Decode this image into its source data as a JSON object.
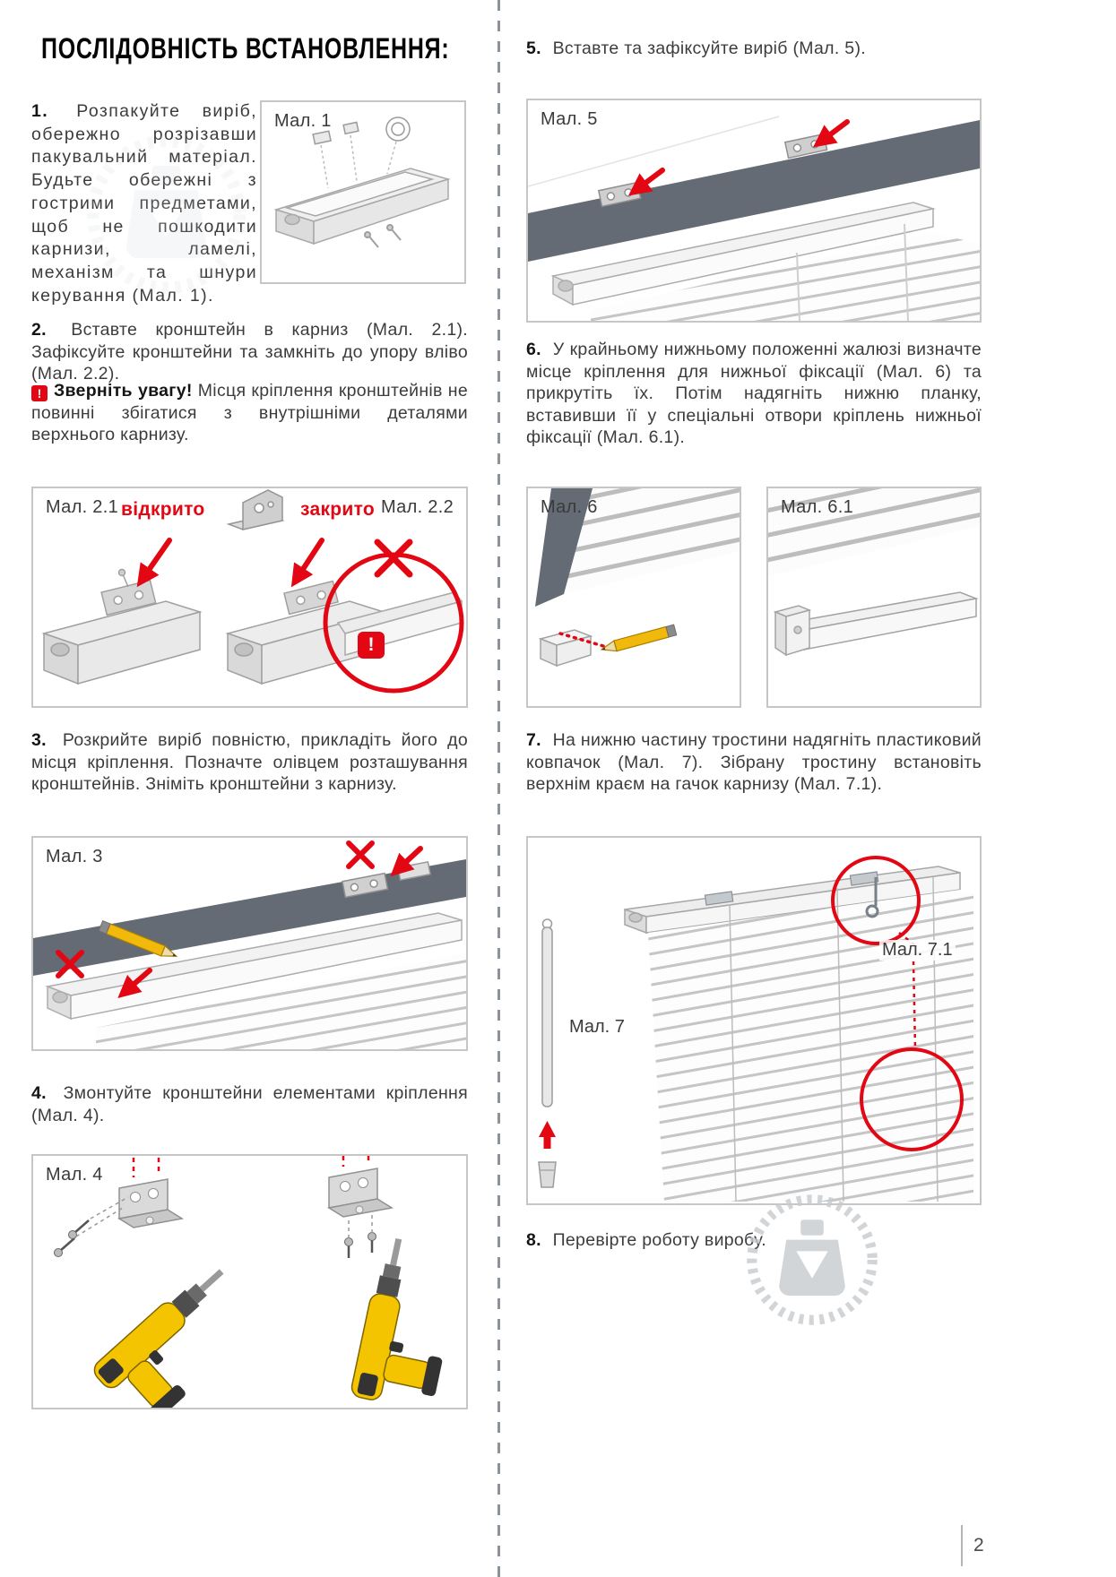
{
  "page": {
    "title": "ПОСЛІДОВНІСТЬ ВСТАНОВЛЕННЯ:",
    "number": "2"
  },
  "colors": {
    "accent_red": "#e30613",
    "band_gray": "#646b74",
    "drill_yellow": "#f4c400"
  },
  "icons": {
    "warning_icon": "!",
    "cross_icon": "✕"
  },
  "labels": {
    "open": "відкрито",
    "closed": "закрито"
  },
  "figures": {
    "f1": "Мал. 1",
    "f2_1": "Мал. 2.1",
    "f2_2": "Мал. 2.2",
    "f3": "Мал. 3",
    "f4": "Мал. 4",
    "f5": "Мал. 5",
    "f6": "Мал. 6",
    "f6_1": "Мал. 6.1",
    "f7": "Мал. 7",
    "f7_1": "Мал. 7.1"
  },
  "steps": {
    "s1": {
      "num": "1.",
      "text": "Розпакуйте виріб, обережно розрізавши пакувальний матеріал. Будьте обережні з гострими предметами, щоб не пошкодити карнизи, ламелі, механізм та шнури керування (Мал. 1)."
    },
    "s2": {
      "num": "2.",
      "text": "Вставте кронштейн в карниз (Мал. 2.1). Зафіксуйте кронштейни та замкніть до упору вліво (Мал. 2.2)."
    },
    "s2_warning_bold": "Зверніть увагу!",
    "s2_warning_text": "Місця кріплення кронштейнів не повинні збігатися з внутрішніми деталями верхнього карнизу.",
    "s3": {
      "num": "3.",
      "text": "Розкрийте виріб повністю, прикладіть його до місця кріплення. Позначте олівцем розташування кронштейнів. Зніміть кронштейни з карнизу."
    },
    "s4": {
      "num": "4.",
      "text": "Змонтуйте кронштейни елементами кріплення (Мал. 4)."
    },
    "s5": {
      "num": "5.",
      "text": "Вставте та зафіксуйте виріб (Мал. 5)."
    },
    "s6": {
      "num": "6.",
      "text": "У крайньому нижньому положенні жалюзі визначте місце кріплення для нижньої фіксації (Мал. 6) та прикрутіть їх. Потім надягніть нижню планку, вставивши її у спеціальні отвори кріплень нижньої фіксації (Мал. 6.1)."
    },
    "s7": {
      "num": "7.",
      "text": "На нижню частину тростини надягніть пластиковий ковпачок (Мал. 7). Зібрану тростину встановіть верхнім краєм на гачок карнизу (Мал. 7.1)."
    },
    "s8": {
      "num": "8.",
      "text": "Перевірте роботу виробу."
    }
  }
}
